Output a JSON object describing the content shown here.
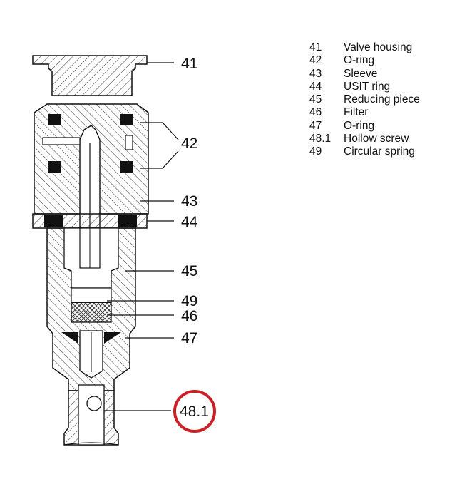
{
  "callouts": {
    "c41": "41",
    "c42": "42",
    "c43": "43",
    "c44": "44",
    "c45": "45",
    "c49": "49",
    "c46": "46",
    "c47": "47",
    "c481": "48.1"
  },
  "legend": [
    {
      "num": "41",
      "desc": "Valve housing"
    },
    {
      "num": "42",
      "desc": "O-ring"
    },
    {
      "num": "43",
      "desc": "Sleeve"
    },
    {
      "num": "44",
      "desc": "USIT ring"
    },
    {
      "num": "45",
      "desc": "Reducing piece"
    },
    {
      "num": "46",
      "desc": "Filter"
    },
    {
      "num": "47",
      "desc": "O-ring"
    },
    {
      "num": "48.1",
      "desc": "Hollow screw"
    },
    {
      "num": "49",
      "desc": "Circular spring"
    }
  ],
  "colors": {
    "highlight": "#cc2027",
    "line": "#111111"
  }
}
